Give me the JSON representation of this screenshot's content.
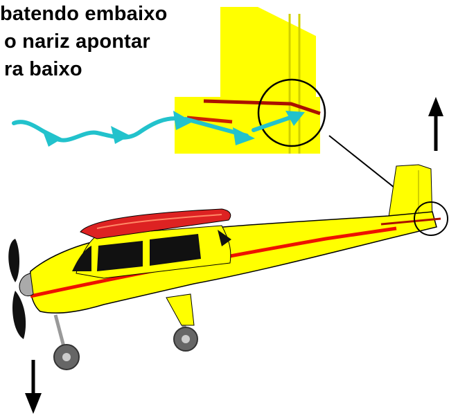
{
  "caption": {
    "line1": "batendo embaixo",
    "line2": "o nariz apontar",
    "line3": "ra baixo"
  },
  "colors": {
    "airplane_body": "#ffff00",
    "stripe": "#ff0000",
    "wing_top": "#dd2222",
    "airflow": "#22c2cc",
    "outline": "#000000",
    "window": "#111111",
    "wheel": "#777777"
  },
  "icons": {
    "up_arrow": "arrow-up-icon",
    "down_arrow": "arrow-down-icon",
    "propeller": "propeller-icon"
  }
}
